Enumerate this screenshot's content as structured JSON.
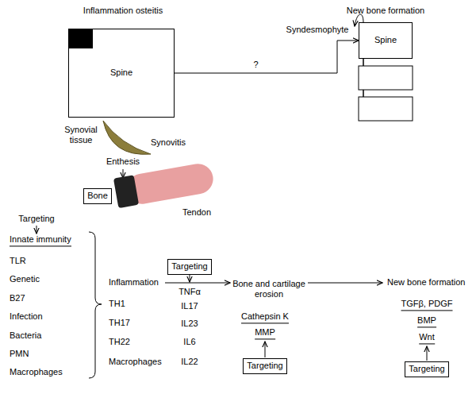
{
  "diagram": {
    "nodes": [
      {
        "text": [
          "Spine"
        ]
      },
      {
        "text": [
          "Spine"
        ]
      },
      {
        "text": [
          "Bone"
        ]
      },
      {
        "text": [
          "Targeting"
        ]
      },
      {
        "text": [
          "Targeting"
        ]
      },
      {
        "text": [
          "Targeting"
        ]
      }
    ],
    "edges": [
      {
        "from": 0,
        "to": 1,
        "arrow": "to",
        "label": "?"
      }
    ],
    "labels": [
      "Inflammation osteitis",
      "New bone formation",
      "Syndesmophyte",
      "Synovial tissue",
      "Synovitis",
      "Enthesis",
      "Tendon",
      "Targeting",
      "Innate immunity",
      "TLR",
      "Genetic",
      "B27",
      "Infection",
      "Bacteria",
      "PMN",
      "Macrophages",
      "Inflammation",
      "TH1",
      "TH17",
      "TH22",
      "Macrophages",
      "TNFα",
      "IL17",
      "IL23",
      "IL6",
      "IL22",
      "Bone and cartilage erosion",
      "Cathepsin K",
      "MMP",
      "New bone formation",
      "TGFβ, PDGF",
      "BMP",
      "Wnt"
    ]
  }
}
